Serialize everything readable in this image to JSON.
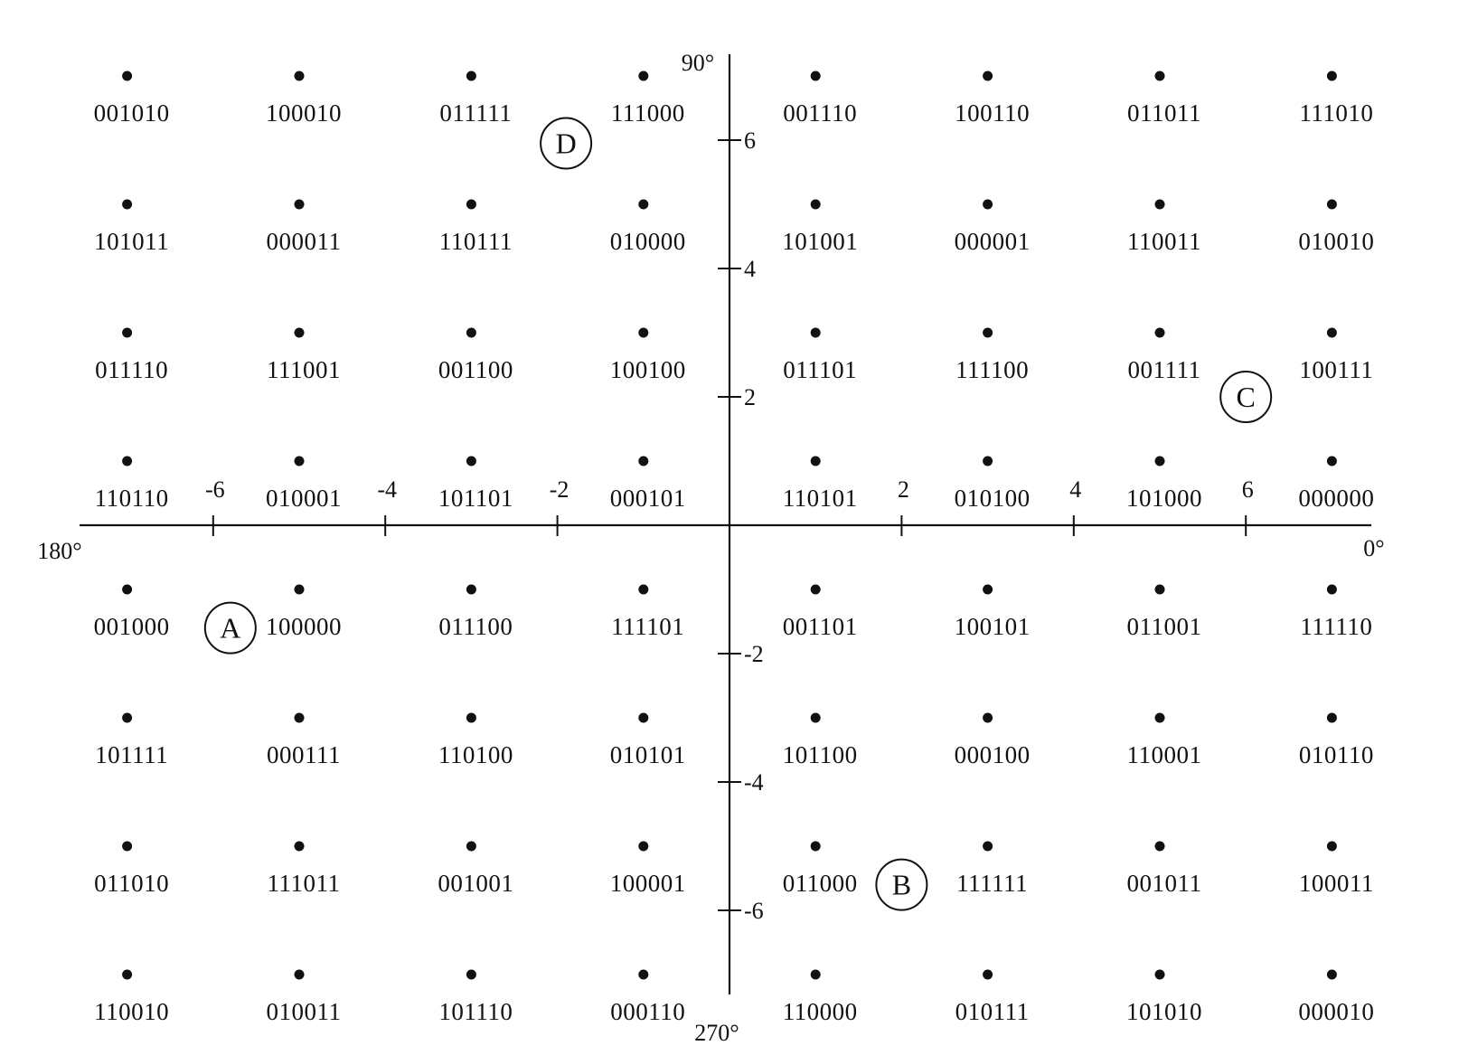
{
  "colors": {
    "ink": "#111111",
    "background": "#ffffff"
  },
  "axes": {
    "x_ticks": [
      "-6",
      "-4",
      "-2",
      "2",
      "4",
      "6"
    ],
    "y_ticks": [
      "6",
      "4",
      "2",
      "-2",
      "-4",
      "-6"
    ],
    "angles": {
      "right": "0°",
      "top": "90°",
      "left": "180°",
      "bottom": "270°"
    }
  },
  "constellation": {
    "rows": [
      [
        "001010",
        "100010",
        "011111",
        "111000",
        "001110",
        "100110",
        "011011",
        "111010"
      ],
      [
        "101011",
        "000011",
        "110111",
        "010000",
        "101001",
        "000001",
        "110011",
        "010010"
      ],
      [
        "011110",
        "111001",
        "001100",
        "100100",
        "011101",
        "111100",
        "001111",
        "100111"
      ],
      [
        "110110",
        "010001",
        "101101",
        "000101",
        "110101",
        "010100",
        "101000",
        "000000"
      ],
      [
        "001000",
        "100000",
        "011100",
        "111101",
        "001101",
        "100101",
        "011001",
        "111110"
      ],
      [
        "101111",
        "000111",
        "110100",
        "010101",
        "101100",
        "000100",
        "110001",
        "010110"
      ],
      [
        "011010",
        "111011",
        "001001",
        "100001",
        "011000",
        "111111",
        "001011",
        "100011"
      ],
      [
        "110010",
        "010011",
        "101110",
        "000110",
        "110000",
        "010111",
        "101010",
        "000010"
      ]
    ]
  },
  "markers": {
    "A": {
      "label": "A",
      "x": -5.8,
      "y": -1.6
    },
    "B": {
      "label": "B",
      "x": 2.0,
      "y": -5.6
    },
    "C": {
      "label": "C",
      "x": 6.0,
      "y": 2.0
    },
    "D": {
      "label": "D",
      "x": -1.9,
      "y": 5.95
    }
  }
}
